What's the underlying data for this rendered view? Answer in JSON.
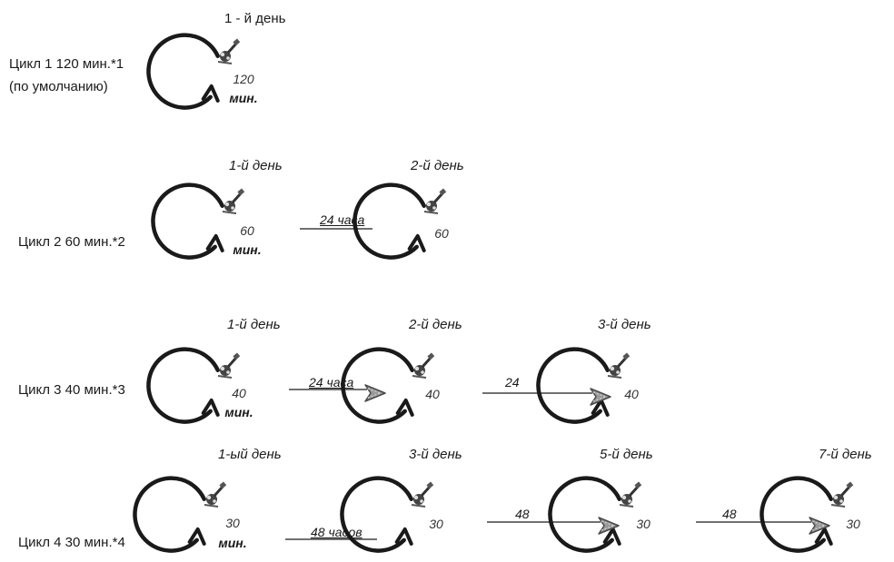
{
  "cycles": [
    {
      "label": "Цикл 1   120 мин.*1",
      "sublabel": "(по умолчанию)",
      "days": [
        "1 - й день"
      ],
      "circles": [
        {
          "top": "120",
          "bottom": "мин."
        }
      ],
      "gaps": []
    },
    {
      "label": "Цикл 2   60 мин.*2",
      "days": [
        "1-й день",
        "2-й день"
      ],
      "circles": [
        {
          "top": "60",
          "bottom": "мин."
        },
        {
          "top": "60",
          "bottom": ""
        }
      ],
      "gaps": [
        "24 часа"
      ]
    },
    {
      "label": "Цикл 3   40 мин.*3",
      "days": [
        "1-й день",
        "2-й день",
        "3-й день"
      ],
      "circles": [
        {
          "top": "40",
          "bottom": "мин."
        },
        {
          "top": "40",
          "bottom": ""
        },
        {
          "top": "40",
          "bottom": ""
        }
      ],
      "gaps": [
        "24 часа",
        "24"
      ]
    },
    {
      "label": "Цикл 4   30 мин.*4",
      "days": [
        "1-ый день",
        "3-й день",
        "5-й день",
        "7-й день"
      ],
      "circles": [
        {
          "top": "30",
          "bottom": "мин."
        },
        {
          "top": "30",
          "bottom": ""
        },
        {
          "top": "30",
          "bottom": ""
        },
        {
          "top": "30",
          "bottom": ""
        }
      ],
      "gaps": [
        "48 часов",
        "48",
        "48"
      ]
    }
  ],
  "icons": {
    "circle": "cycle-arrow-icon",
    "tool": "irrigation-tool-icon",
    "arrow": "arrowhead-icon"
  }
}
